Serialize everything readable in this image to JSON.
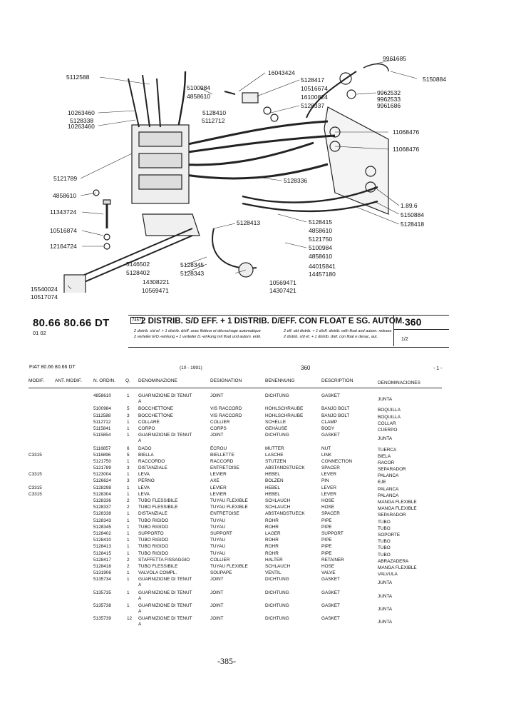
{
  "diagram": {
    "callouts": [
      {
        "text": "5112588"
      },
      {
        "text": "5100984"
      },
      {
        "text": "4858610"
      },
      {
        "text": "10263460"
      },
      {
        "text": "5128338"
      },
      {
        "text": "10263460"
      },
      {
        "text": "16043424"
      },
      {
        "text": "5128417"
      },
      {
        "text": "10516674"
      },
      {
        "text": "16100824"
      },
      {
        "text": "5128337"
      },
      {
        "text": "5128410"
      },
      {
        "text": "5112712"
      },
      {
        "text": "9961685"
      },
      {
        "text": "5150884"
      },
      {
        "text": "9962532"
      },
      {
        "text": "9962533"
      },
      {
        "text": "9961686"
      },
      {
        "text": "11068476"
      },
      {
        "text": "11068476"
      },
      {
        "text": "5121789"
      },
      {
        "text": "4858610"
      },
      {
        "text": "5128336"
      },
      {
        "text": "11343724"
      },
      {
        "text": "10516874"
      },
      {
        "text": "12164724"
      },
      {
        "text": "5128413"
      },
      {
        "text": "1.89.6"
      },
      {
        "text": "5150884"
      },
      {
        "text": "5128415"
      },
      {
        "text": "5128418"
      },
      {
        "text": "4858610"
      },
      {
        "text": "5121750"
      },
      {
        "text": "5100984"
      },
      {
        "text": "4858610"
      },
      {
        "text": "5146502"
      },
      {
        "text": "5128345"
      },
      {
        "text": "5128402"
      },
      {
        "text": "5128343"
      },
      {
        "text": "44015841"
      },
      {
        "text": "14457180"
      },
      {
        "text": "14308221"
      },
      {
        "text": "10569471"
      },
      {
        "text": "10569471"
      },
      {
        "text": "14307421"
      },
      {
        "text": "15540024"
      },
      {
        "text": "10517074"
      }
    ]
  },
  "header": {
    "model": "80.66 80.66 DT",
    "model_sub": "01 02",
    "ref_code": "7457",
    "title": "2 DISTRIB. S/D EFF. + 1 DISTRIB. D/EFF. CON FLOAT E SG. AUTOM.",
    "sub1": "2 distrib. s/d ef. + 1 distrib. d/eff. avec flotteur et décrochage automatique",
    "sub2": "2 verteiler E/D.-wirkung + 1 verteiler D.-wirkung mit float und autom. entk.",
    "sub3": "2 eff. ald distrib. + 1 d/eff. distrib. with float and autom. release",
    "sub4": "2 distrib. s/d ef. + 1 distrib. d/ef. con float e desac. aut.",
    "page_code": "360",
    "page_frac": "1/2"
  },
  "table": {
    "meta_left": "FIAT 80.66 80.66 DT",
    "meta_date": "(10 - 1991)",
    "meta_code": "360",
    "meta_right": "- 1 -",
    "columns": {
      "modif": "MODIF.",
      "ant_modif": "ANT. MODIF.",
      "n_ordin": "N. ORDIN.",
      "q": "Q.",
      "it": "DENOMINAZIONE",
      "fr": "DESIGNATION",
      "de": "BENENNUNG",
      "en": "DESCRIPTION",
      "es": "DENOMINACIONES"
    },
    "rows": [
      {
        "modif": "",
        "n": "4858610",
        "q": "1",
        "it": "GUARNIZIONE DI TENUT",
        "it2": "A",
        "fr": "JOINT",
        "de": "DICHTUNG",
        "en": "GASKET",
        "es": "JUNTA",
        "gap": 1
      },
      {
        "modif": "",
        "n": "5100984",
        "q": "5",
        "it": "BOCCHETTONE",
        "fr": "VIS RACCORD",
        "de": "HOHLSCHRAUBE",
        "en": "BANJO BOLT",
        "es": "BOQUILLA"
      },
      {
        "modif": "",
        "n": "5112588",
        "q": "3",
        "it": "BOCCHETTONE",
        "fr": "VIS RACCORD",
        "de": "HOHLSCHRAUBE",
        "en": "BANJO BOLT",
        "es": "BOQUILLA"
      },
      {
        "modif": "",
        "n": "5112712",
        "q": "1",
        "it": "COLLARE",
        "fr": "COLLIER",
        "de": "SCHELLE",
        "en": "CLAMP",
        "es": "COLLAR"
      },
      {
        "modif": "",
        "n": "5115841",
        "q": "1",
        "it": "CORPO",
        "fr": "CORPS",
        "de": "GEHÄUSE",
        "en": "BODY",
        "es": "CUERPO"
      },
      {
        "modif": "",
        "n": "5115854",
        "q": "1",
        "it": "GUARNIZIONE DI TENUT",
        "it2": "A",
        "fr": "JOINT",
        "de": "DICHTUNG",
        "en": "GASKET",
        "es": "JUNTA",
        "gap": 1
      },
      {
        "modif": "",
        "n": "5116857",
        "q": "6",
        "it": "DADO",
        "fr": "ÉCROU",
        "de": "MUTTER",
        "en": "NUT",
        "es": "TUERCA"
      },
      {
        "modif": "C3315",
        "n": "5116896",
        "q": "5",
        "it": "BIELLA",
        "fr": "BIELLETTE",
        "de": "LASCHE",
        "en": "LINK",
        "es": "BIELA"
      },
      {
        "modif": "",
        "n": "5121750",
        "q": "1",
        "it": "RACCORDO",
        "fr": "RACCORD",
        "de": "STUTZEN",
        "en": "CONNECTION",
        "es": "RACOR"
      },
      {
        "modif": "",
        "n": "5121789",
        "q": "3",
        "it": "DISTANZIALE",
        "fr": "ENTRETOISE",
        "de": "ABSTANDSTUECK",
        "en": "SPACER",
        "es": "SEPARADOR"
      },
      {
        "modif": "C3315",
        "n": "5123004",
        "q": "1",
        "it": "LEVA",
        "fr": "LEVIER",
        "de": "HEBEL",
        "en": "LEVER",
        "es": "PALANCA"
      },
      {
        "modif": "",
        "n": "5126624",
        "q": "3",
        "it": "PERNO",
        "fr": "AXE",
        "de": "BOLZEN",
        "en": "PIN",
        "es": "EJE"
      },
      {
        "modif": "C3315",
        "n": "5128298",
        "q": "1",
        "it": "LEVA",
        "fr": "LEVIER",
        "de": "HEBEL",
        "en": "LEVER",
        "es": "PALANCA"
      },
      {
        "modif": "C3315",
        "n": "5128304",
        "q": "1",
        "it": "LEVA",
        "fr": "LEVIER",
        "de": "HEBEL",
        "en": "LEVER",
        "es": "PALANCA"
      },
      {
        "modif": "",
        "n": "5128336",
        "q": "2",
        "it": "TUBO FLESSIBILE",
        "fr": "TUYAU FLEXIBLE",
        "de": "SCHLAUCH",
        "en": "HOSE",
        "es": "MANGA FLEXIBLE"
      },
      {
        "modif": "",
        "n": "5128337",
        "q": "2",
        "it": "TUBO FLESSIBILE",
        "fr": "TUYAU FLEXIBLE",
        "de": "SCHLAUCH",
        "en": "HOSE",
        "es": "MANGA FLEXIBLE"
      },
      {
        "modif": "",
        "n": "5128338",
        "q": "1",
        "it": "DISTANZIALE",
        "fr": "ENTRETOISE",
        "de": "ABSTANDSTUECK",
        "en": "SPACER",
        "es": "SEPARADOR"
      },
      {
        "modif": "",
        "n": "5128343",
        "q": "1",
        "it": "TUBO RIGIDO",
        "fr": "TUYAU",
        "de": "ROHR",
        "en": "PIPE",
        "es": "TUBO"
      },
      {
        "modif": "",
        "n": "5128345",
        "q": "1",
        "it": "TUBO RIGIDO",
        "fr": "TUYAU",
        "de": "ROHR",
        "en": "PIPE",
        "es": "TUBO"
      },
      {
        "modif": "",
        "n": "5128402",
        "q": "1",
        "it": "SUPPORTO",
        "fr": "SUPPORT",
        "de": "LAGER",
        "en": "SUPPORT",
        "es": "SOPORTE"
      },
      {
        "modif": "",
        "n": "5128410",
        "q": "1",
        "it": "TUBO RIGIDO",
        "fr": "TUYAU",
        "de": "ROHR",
        "en": "PIPE",
        "es": "TUBO"
      },
      {
        "modif": "",
        "n": "5128413",
        "q": "1",
        "it": "TUBO RIGIDO",
        "fr": "TUYAU",
        "de": "ROHR",
        "en": "PIPE",
        "es": "TUBO"
      },
      {
        "modif": "",
        "n": "5128415",
        "q": "1",
        "it": "TUBO RIGIDO",
        "fr": "TUYAU",
        "de": "ROHR",
        "en": "PIPE",
        "es": "TUBO"
      },
      {
        "modif": "",
        "n": "5128417",
        "q": "2",
        "it": "STAFFETTA FISSAGGIO",
        "fr": "COLLIER",
        "de": "HALTER",
        "en": "RETAINER",
        "es": "ABRAZADERA"
      },
      {
        "modif": "",
        "n": "5128418",
        "q": "2",
        "it": "TUBO FLESSIBILE",
        "fr": "TUYAU FLEXIBLE",
        "de": "SCHLAUCH",
        "en": "HOSE",
        "es": "MANGA FLEXIBLE"
      },
      {
        "modif": "",
        "n": "5131906",
        "q": "1",
        "it": "VALVOLA COMPL.",
        "fr": "SOUPAPE",
        "de": "VENTIL",
        "en": "VALVE",
        "es": "VALVULA"
      },
      {
        "modif": "",
        "n": "5135734",
        "q": "1",
        "it": "GUARNIZIONE DI TENUT",
        "it2": "A",
        "fr": "JOINT",
        "de": "DICHTUNG",
        "en": "GASKET",
        "es": "JUNTA",
        "gap": 1
      },
      {
        "modif": "",
        "n": "5135735",
        "q": "1",
        "it": "GUARNIZIONE DI TENUT",
        "it2": "A",
        "fr": "JOINT",
        "de": "DICHTUNG",
        "en": "GASKET",
        "es": "JUNTA",
        "gap": 1
      },
      {
        "modif": "",
        "n": "5135738",
        "q": "1",
        "it": "GUARNIZIONE DI TENUT",
        "it2": "A",
        "fr": "JOINT",
        "de": "DICHTUNG",
        "en": "GASKET",
        "es": "JUNTA",
        "gap": 1
      },
      {
        "modif": "",
        "n": "5135739",
        "q": "12",
        "it": "GUARNIZIONE DI TENUT",
        "it2": "A",
        "fr": "JOINT",
        "de": "DICHTUNG",
        "en": "GASKET",
        "es": "JUNTA",
        "gap": 1
      }
    ]
  },
  "page_number": "-385-"
}
